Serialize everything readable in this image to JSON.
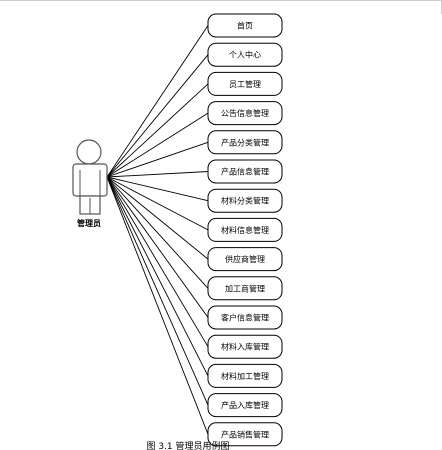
{
  "actor": {
    "name": "管理员"
  },
  "use_cases": [
    "首页",
    "个人中心",
    "员工管理",
    "公告信息管理",
    "产品分类管理",
    "产品信息管理",
    "材料分类管理",
    "材料信息管理",
    "供应商管理",
    "加工商管理",
    "客户信息管理",
    "材料入库管理",
    "材料加工管理",
    "产品入库管理",
    "产品销售管理"
  ],
  "caption": "图 3.1 管理员用例图"
}
